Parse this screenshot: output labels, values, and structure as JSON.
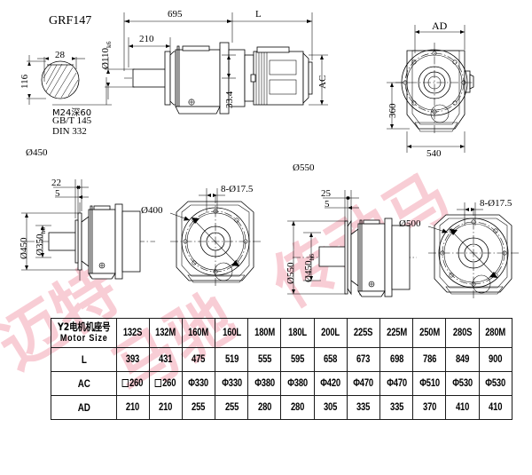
{
  "drawing": {
    "title": "GRF147",
    "watermark": "迈特马驰传动"
  },
  "views": {
    "top_section": {
      "name": "top-assembly-view",
      "dims": {
        "overall_695": "695",
        "length_L": "L",
        "flange_210": "210",
        "shaft_dia": "Ø110",
        "shaft_tol": "k6",
        "key_width": "28",
        "key_height": "116",
        "foot_33_4": "33.4",
        "motor_AC": "AC",
        "thread_note_1": "M24深60",
        "thread_note_2": "GB/T 145",
        "thread_note_3": "DIN 332"
      }
    },
    "top_right_front": {
      "name": "front-end-view",
      "dims": {
        "AD": "AD",
        "height_360": "360",
        "width_540": "540"
      }
    },
    "mid_left": {
      "name": "flange-450-side-view",
      "label": "Ø450",
      "dims": {
        "thick_22": "22",
        "thick_5": "5",
        "flange_od": "Ø450",
        "spigot": "Ø350",
        "spigot_tol": "h6"
      }
    },
    "mid_left_front": {
      "name": "flange-450-front-view",
      "dims": {
        "bolt_note": "8-Ø17.5",
        "bolt_circle": "Ø400"
      }
    },
    "mid_right": {
      "name": "flange-550-side-view",
      "label": "Ø550",
      "dims": {
        "thick_25": "25",
        "thick_5": "5",
        "flange_od": "Ø550",
        "spigot": "Ø450",
        "spigot_tol": "h6"
      }
    },
    "mid_right_front": {
      "name": "flange-550-front-view",
      "dims": {
        "bolt_note": "8-Ø17.5",
        "bolt_circle": "Ø500"
      }
    }
  },
  "table": {
    "header": {
      "cn": "Y2电机机座号",
      "en": "Motor Size"
    },
    "motor_sizes": [
      "132S",
      "132M",
      "160M",
      "160L",
      "180M",
      "180L",
      "200L",
      "225S",
      "225M",
      "250M",
      "280S",
      "280M"
    ],
    "rows": [
      {
        "label": "L",
        "values": [
          "393",
          "431",
          "475",
          "519",
          "555",
          "595",
          "658",
          "673",
          "698",
          "786",
          "849",
          "900"
        ]
      },
      {
        "label": "AC",
        "values": [
          "260",
          "260",
          "Φ330",
          "Φ330",
          "Φ380",
          "Φ380",
          "Φ420",
          "Φ470",
          "Φ470",
          "Φ510",
          "Φ530",
          "Φ530"
        ],
        "square_prefix": [
          true,
          true,
          false,
          false,
          false,
          false,
          false,
          false,
          false,
          false,
          false,
          false
        ]
      },
      {
        "label": "AD",
        "values": [
          "210",
          "210",
          "255",
          "255",
          "280",
          "280",
          "305",
          "335",
          "335",
          "370",
          "410",
          "410"
        ]
      }
    ]
  }
}
